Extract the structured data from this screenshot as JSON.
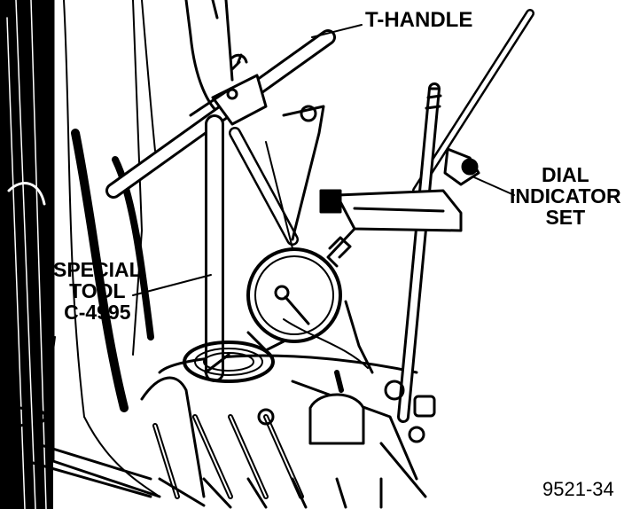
{
  "labels": {
    "t_handle": "T-HANDLE",
    "dial_indicator": [
      "DIAL",
      "INDICATOR",
      "SET"
    ],
    "special_tool": [
      "SPECIAL",
      "TOOL",
      "C-4995"
    ]
  },
  "figure_number": "9521-34",
  "colors": {
    "ink": "#000000",
    "paper": "#ffffff"
  }
}
